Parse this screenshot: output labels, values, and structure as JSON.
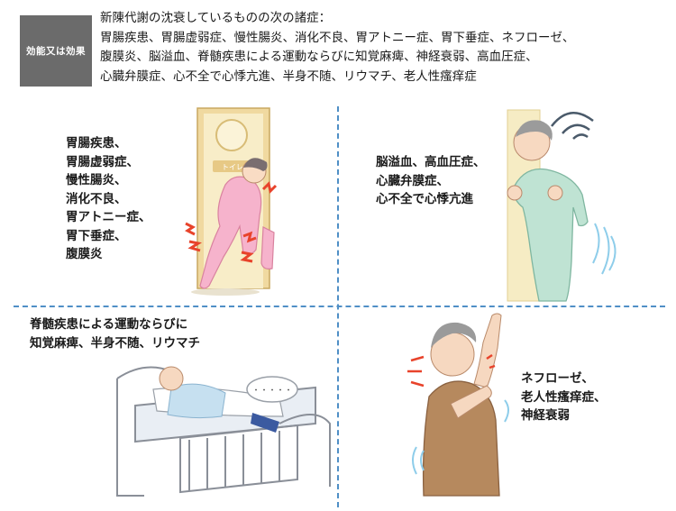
{
  "badge_label": "効能又は効果",
  "header_lines": [
    "新陳代謝の沈衰しているものの次の諸症：",
    "胃腸疾患、胃腸虚弱症、慢性腸炎、消化不良、胃アトニー症、胃下垂症、ネフローゼ、",
    "腹膜炎、脳溢血、脊髄疾患による運動ならびに知覚麻痺、神経衰弱、高血圧症、",
    "心臓弁膜症、心不全で心悸亢進、半身不随、リウマチ、老人性瘙痒症"
  ],
  "toilet_sign": "トイレ",
  "speech_dots": "・・・・・",
  "panels": {
    "top_left": [
      "胃腸疾患、",
      "胃腸虚弱症、",
      "慢性腸炎、",
      "消化不良、",
      "胃アトニー症、",
      "胃下垂症、",
      "腹膜炎"
    ],
    "top_right": [
      "脳溢血、高血圧症、",
      "心臓弁膜症、",
      "心不全で心悸亢進"
    ],
    "bottom_left": [
      "脊髄疾患による運動ならびに",
      "知覚麻痺、半身不随、リウマチ"
    ],
    "bottom_right": [
      "ネフローゼ、",
      "老人性瘙痒症、",
      "神経衰弱"
    ]
  },
  "colors": {
    "badge_bg": "#6b6b6b",
    "divider": "#4f8fc6",
    "door": "#f3e6b8",
    "pajama_pink": "#f6b3cc",
    "gown_green": "#bfe3d3",
    "pain_red": "#e8432b"
  }
}
